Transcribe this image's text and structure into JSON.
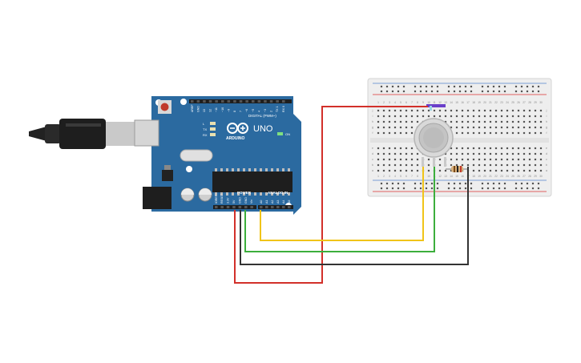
{
  "board": {
    "brand": "ARDUINO",
    "model": "UNO",
    "digital_label": "DIGITAL (PWM~)",
    "power_label": "POWER",
    "analog_label": "ANALOG IN",
    "led_labels": [
      "L",
      "TX",
      "RX"
    ],
    "on_label": "ON",
    "aref": "AREF",
    "gnd": "GND",
    "digital_pins": [
      "13",
      "12",
      "~11",
      "~10",
      "~9",
      "8",
      "7",
      "~6",
      "~5",
      "4",
      "~3",
      "2",
      "TX 1",
      "RX 0"
    ],
    "power_pins": [
      "IOREF",
      "RESET",
      "3.3V",
      "5V",
      "GND",
      "GND",
      "Vin"
    ],
    "analog_pins": [
      "A0",
      "A1",
      "A2",
      "A3",
      "A4",
      "A5"
    ]
  },
  "breadboard": {
    "columns": [
      "1",
      "2",
      "3",
      "4",
      "5",
      "6",
      "7",
      "8",
      "9",
      "10",
      "11",
      "12",
      "13",
      "14",
      "15",
      "16",
      "17",
      "18",
      "19",
      "20",
      "21",
      "22",
      "23",
      "24",
      "25",
      "26",
      "27",
      "28",
      "29",
      "30"
    ],
    "rows_top": [
      "j",
      "i",
      "h",
      "g",
      "f"
    ],
    "rows_bottom": [
      "e",
      "d",
      "c",
      "b",
      "a"
    ]
  },
  "colors": {
    "board": "#2b6aa0",
    "wire_red": "#d2302a",
    "wire_yellow": "#f0c419",
    "wire_green": "#3cae3c",
    "wire_black": "#333333"
  }
}
